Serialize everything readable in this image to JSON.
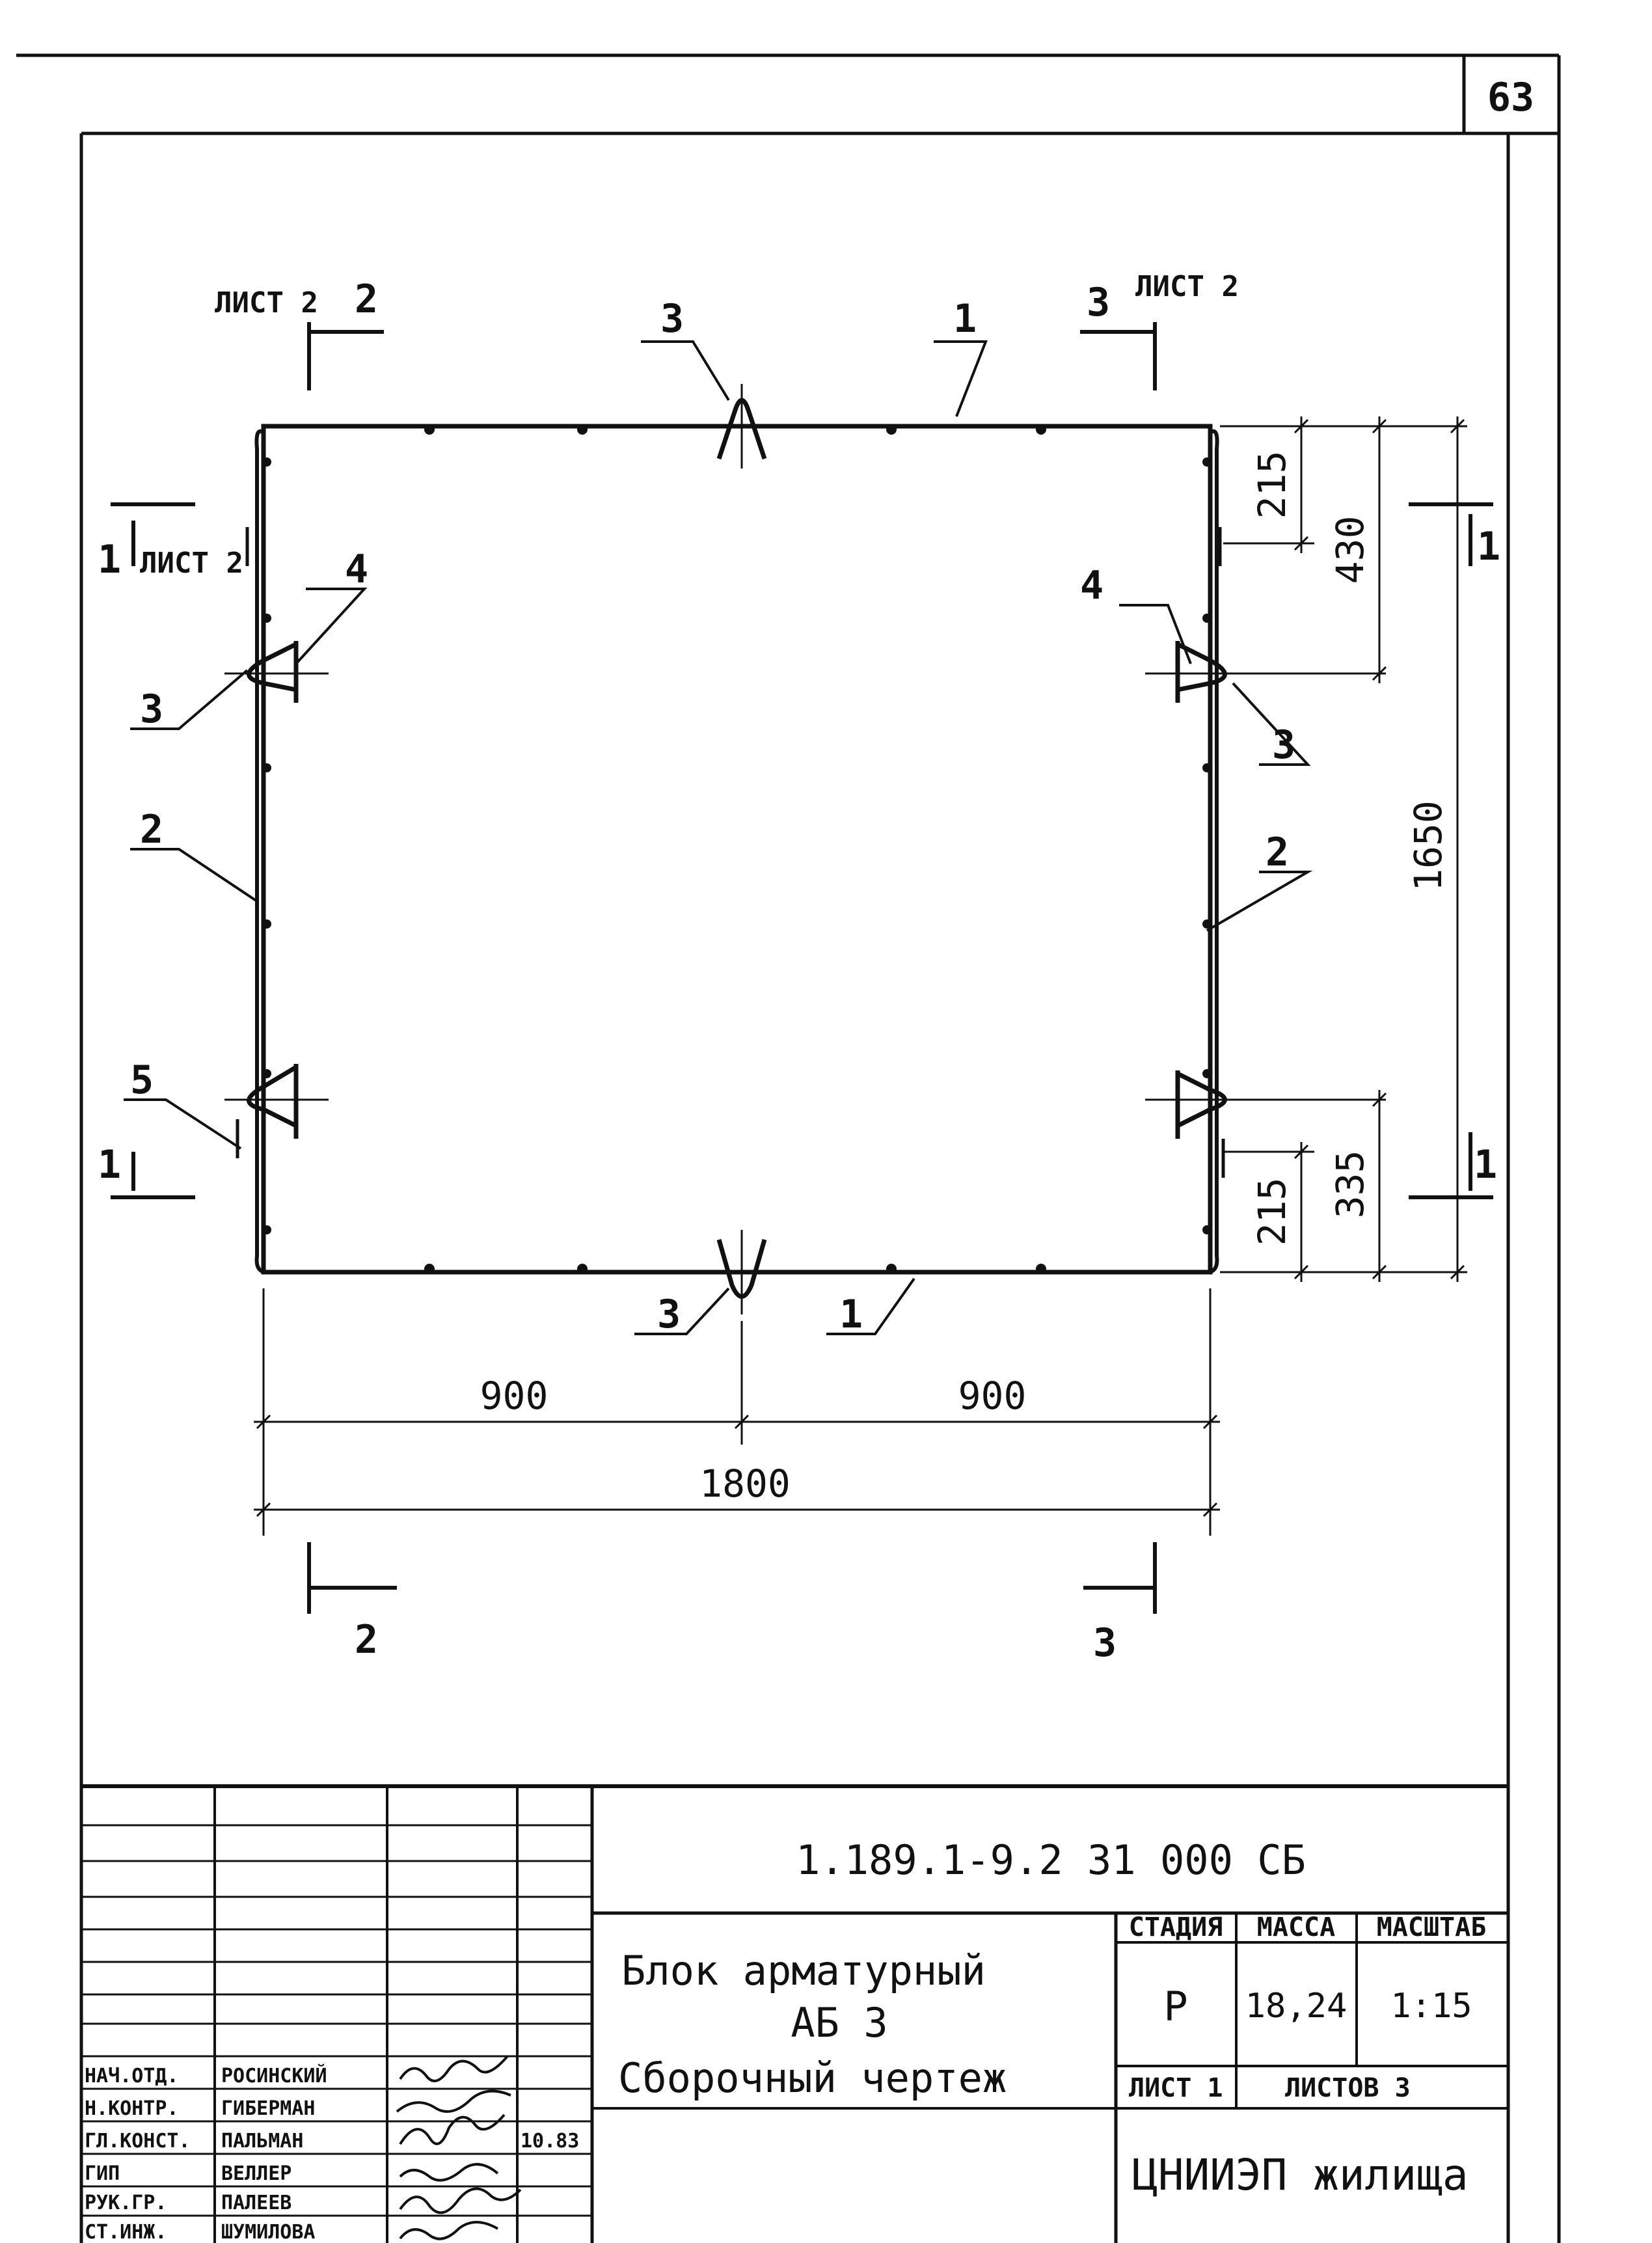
{
  "sheet_number": "63",
  "views": {
    "sheet_ref": "ЛИСТ 2",
    "cut_2": "2",
    "cut_3": "3",
    "cut_1": "1"
  },
  "callouts": {
    "top_anchor": "3",
    "top_bar": "1",
    "left_loop": "3",
    "left_plate": "4",
    "left_bar": "2",
    "left_lower": "5",
    "right_plate": "4",
    "right_loop": "3",
    "right_bar": "2",
    "bottom_anchor": "3",
    "bottom_bar": "1"
  },
  "dimensions": {
    "half_left": "900",
    "half_right": "900",
    "total_width": "1800",
    "height": "1650",
    "top_offset_1": "215",
    "top_offset_2": "430",
    "bottom_offset_1": "215",
    "bottom_offset_2": "335"
  },
  "title_block": {
    "doc_code": "1.189.1-9.2 31 000 СБ",
    "title_line1": "Блок арматурный",
    "title_line2": "АБ 3",
    "title_line3": "Сборочный чертеж",
    "col_stage": "СТАДИЯ",
    "col_mass": "МАССА",
    "col_scale": "МАСШТАБ",
    "stage": "Р",
    "mass": "18,24",
    "scale": "1:15",
    "sheet": "ЛИСТ 1",
    "sheets": "ЛИСТОВ 3",
    "org": "ЦНИИЭП жилища",
    "date": "10.83",
    "roles": [
      "НАЧ.ОТД.",
      "Н.КОНТР.",
      "ГЛ.КОНСТ.",
      "ГИП",
      "РУК.ГР.",
      "СТ.ИНЖ."
    ],
    "names": [
      "РОСИНСКИЙ",
      "ГИБЕРМАН",
      "ПАЛЬМАН",
      "ВЕЛЛЕР",
      "ПАЛЕЕВ",
      "ШУМИЛОВА"
    ]
  }
}
